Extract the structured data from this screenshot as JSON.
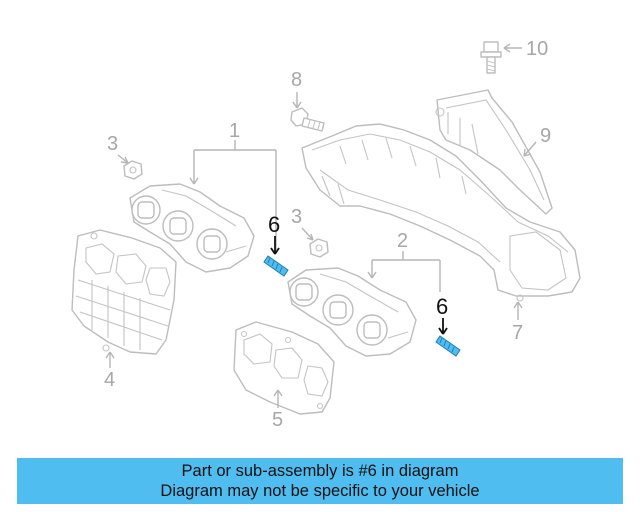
{
  "diagram": {
    "callouts": [
      {
        "id": "1",
        "label": "1"
      },
      {
        "id": "2",
        "label": "2"
      },
      {
        "id": "3a",
        "label": "3"
      },
      {
        "id": "3b",
        "label": "3"
      },
      {
        "id": "4",
        "label": "4"
      },
      {
        "id": "5",
        "label": "5"
      },
      {
        "id": "6a",
        "label": "6"
      },
      {
        "id": "6b",
        "label": "6"
      },
      {
        "id": "7",
        "label": "7"
      },
      {
        "id": "8",
        "label": "8"
      },
      {
        "id": "9",
        "label": "9"
      },
      {
        "id": "10",
        "label": "10"
      }
    ],
    "highlighted_part": "6",
    "colors": {
      "line": "#bdbdbd",
      "label": "#a7a7a7",
      "highlight_text": "#111111",
      "highlight_part": "#4fbdf0"
    }
  },
  "footer": {
    "line1": "Part or sub-assembly is #6 in diagram",
    "line2": "Diagram may not be specific to your vehicle",
    "background": "#4fbdf0"
  }
}
